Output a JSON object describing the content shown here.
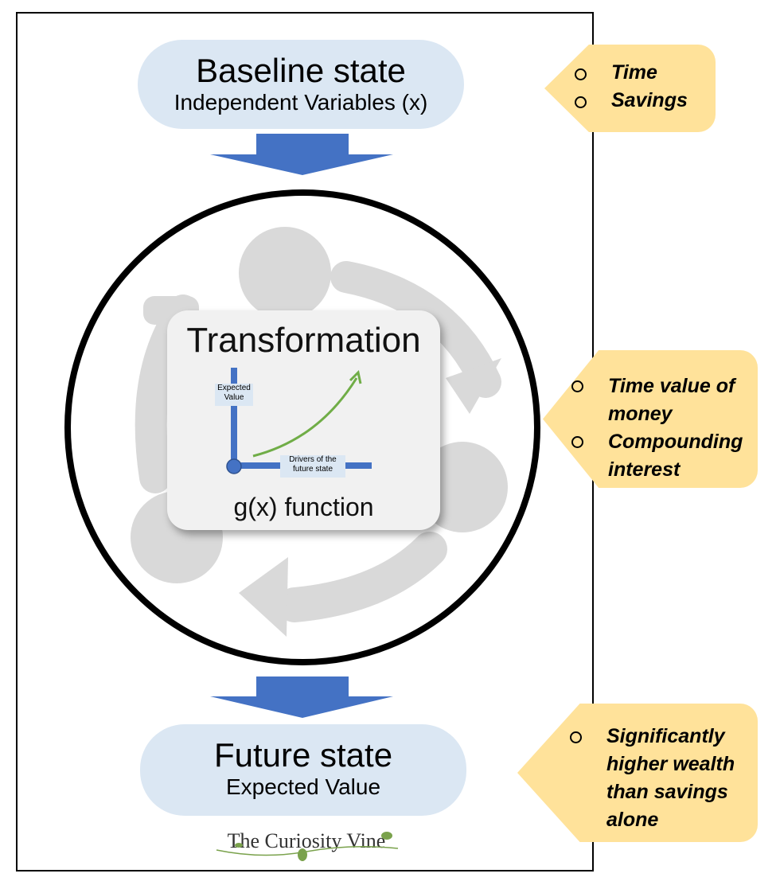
{
  "baseline": {
    "title": "Baseline state",
    "subtitle": "Independent Variables (x)"
  },
  "future": {
    "title": "Future state",
    "subtitle": "Expected Value"
  },
  "transformation": {
    "title": "Transformation",
    "function_label": "g(x) function",
    "y_axis_label": "Expected Value",
    "x_axis_label": "Drivers of the future state"
  },
  "tags": [
    {
      "items": [
        "Time",
        "Savings"
      ]
    },
    {
      "items": [
        "Time value of money",
        "Compounding interest"
      ]
    },
    {
      "items": [
        "Significantly higher wealth than savings alone"
      ]
    }
  ],
  "logo": {
    "text": "The Curiosity Vine"
  },
  "colors": {
    "pill": "#dbe7f3",
    "tag": "#ffe29a",
    "arrow": "#4472c4",
    "curve": "#70ad47",
    "cycle": "#d9d9d9"
  }
}
